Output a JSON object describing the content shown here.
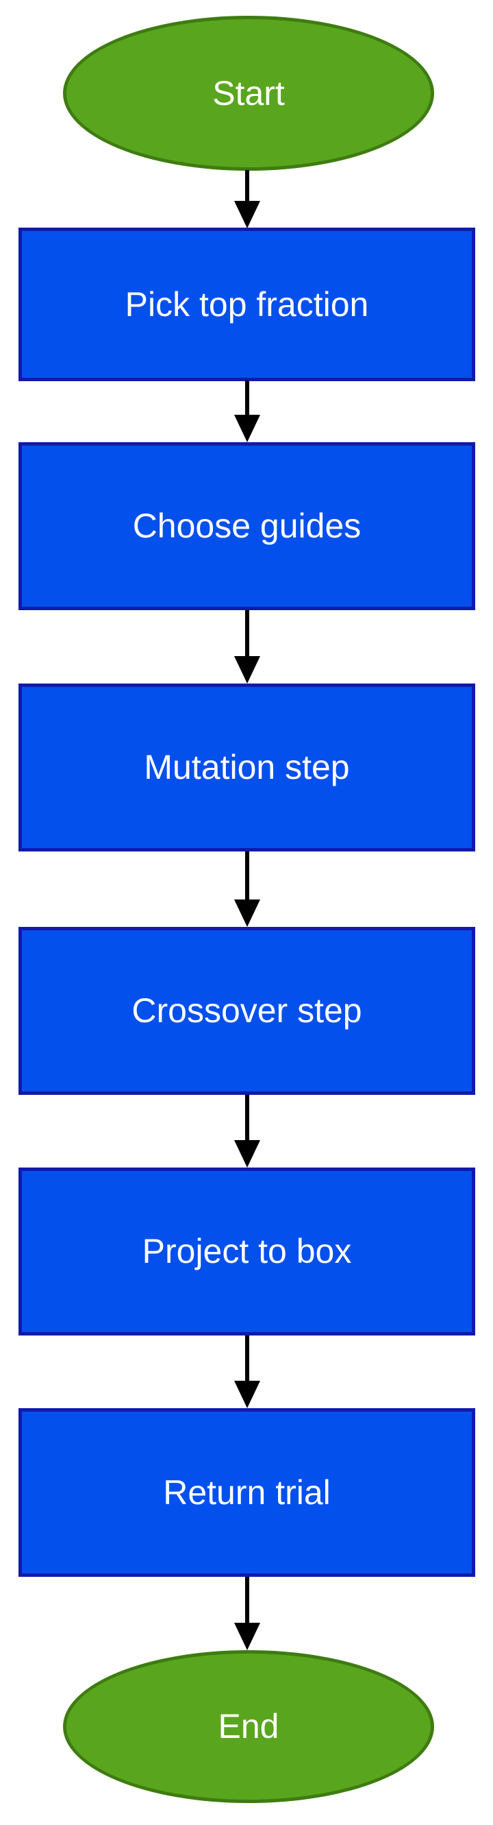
{
  "diagram": {
    "type": "flowchart",
    "direction": "top-down",
    "nodes": [
      {
        "id": "start",
        "label": "Start",
        "shape": "ellipse"
      },
      {
        "id": "pick_top_fraction",
        "label": "Pick top fraction",
        "shape": "rectangle"
      },
      {
        "id": "choose_guides",
        "label": "Choose guides",
        "shape": "rectangle"
      },
      {
        "id": "mutation_step",
        "label": "Mutation step",
        "shape": "rectangle"
      },
      {
        "id": "crossover_step",
        "label": "Crossover step",
        "shape": "rectangle"
      },
      {
        "id": "project_to_box",
        "label": "Project to box",
        "shape": "rectangle"
      },
      {
        "id": "return_trial",
        "label": "Return trial",
        "shape": "rectangle"
      },
      {
        "id": "end",
        "label": "End",
        "shape": "ellipse"
      }
    ],
    "edges": [
      {
        "from": "start",
        "to": "pick_top_fraction"
      },
      {
        "from": "pick_top_fraction",
        "to": "choose_guides"
      },
      {
        "from": "choose_guides",
        "to": "mutation_step"
      },
      {
        "from": "mutation_step",
        "to": "crossover_step"
      },
      {
        "from": "crossover_step",
        "to": "project_to_box"
      },
      {
        "from": "project_to_box",
        "to": "return_trial"
      },
      {
        "from": "return_trial",
        "to": "end"
      }
    ],
    "colors": {
      "terminator_fill": "#5aa51e",
      "terminator_border": "#3e7c11",
      "process_fill": "#0450ec",
      "process_border": "#111aab",
      "arrow": "#000000",
      "label_text": "#ffffff"
    }
  }
}
